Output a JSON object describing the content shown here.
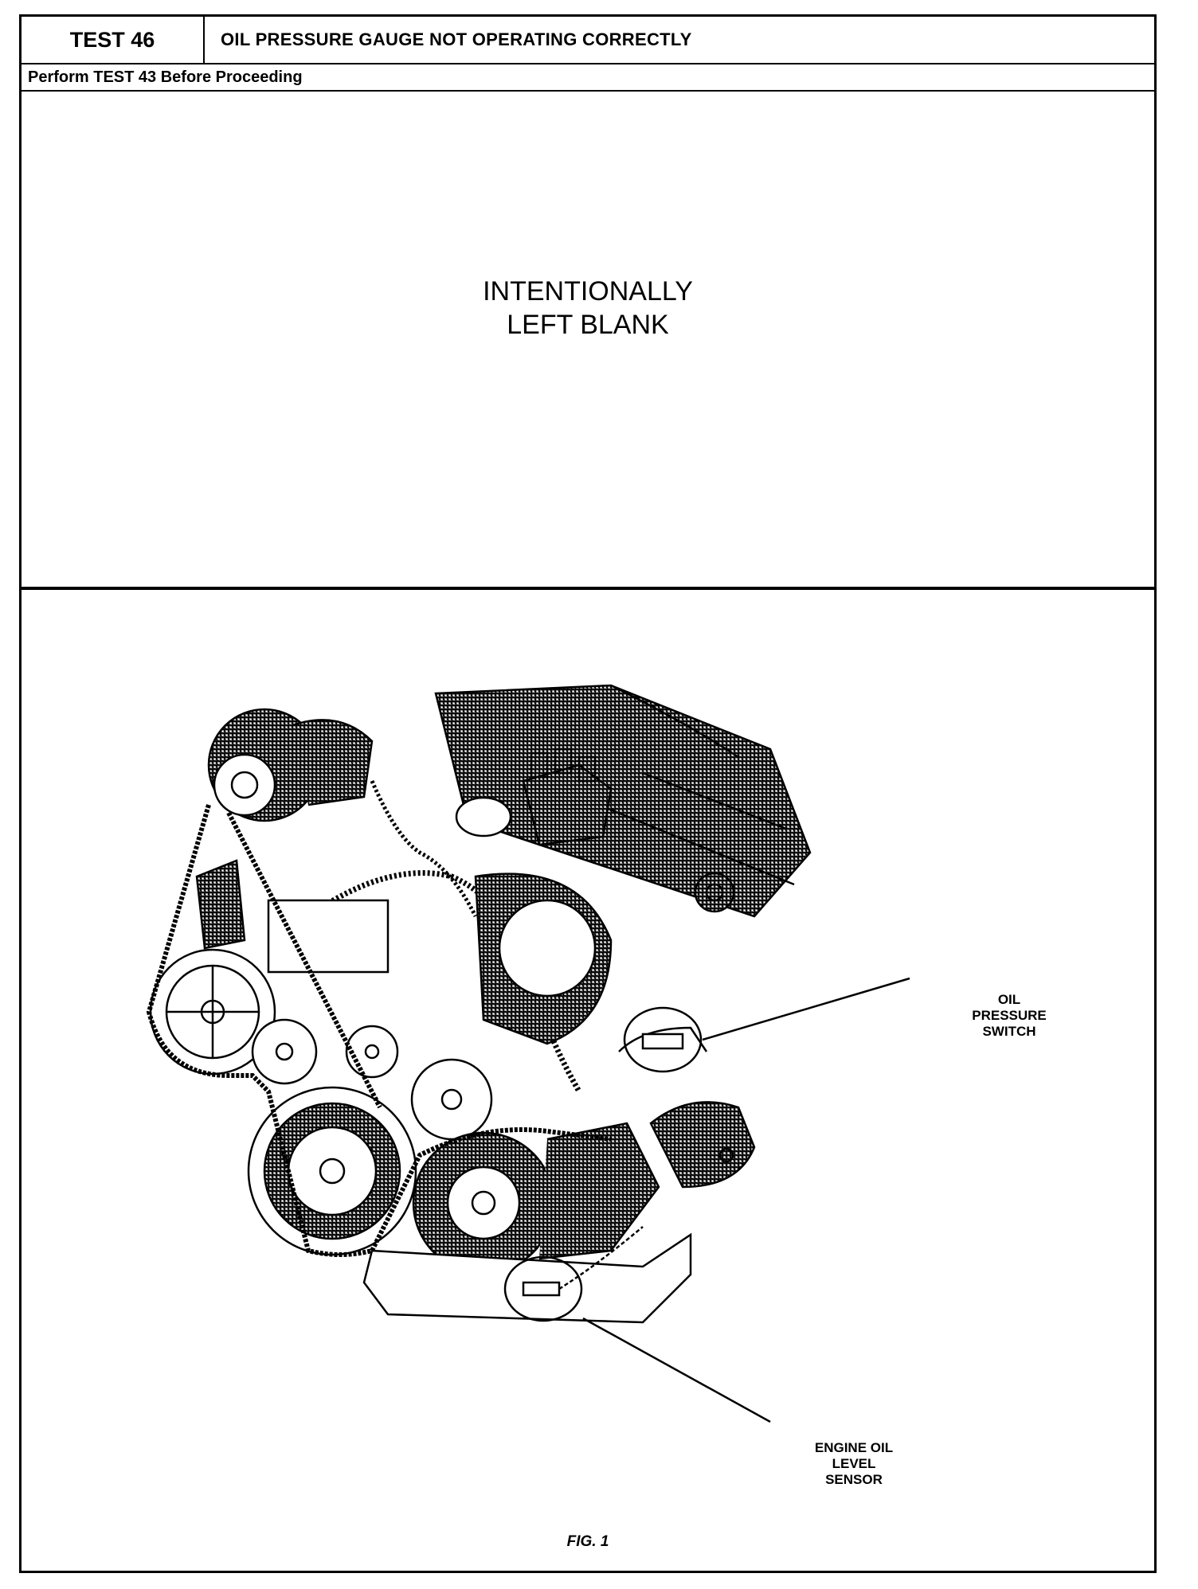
{
  "header": {
    "test_number": "TEST 46",
    "title": "OIL PRESSURE GAUGE NOT OPERATING CORRECTLY"
  },
  "prerequisite": "Perform TEST 43 Before Proceeding",
  "blank_notice": {
    "line1": "INTENTIONALLY",
    "line2": "LEFT BLANK"
  },
  "figure": {
    "callouts": {
      "oil_pressure_switch": [
        "OIL",
        "PRESSURE",
        "SWITCH"
      ],
      "engine_oil_level_sensor": [
        "ENGINE OIL",
        "LEVEL",
        "SENSOR"
      ]
    },
    "caption": "FIG. 1"
  }
}
